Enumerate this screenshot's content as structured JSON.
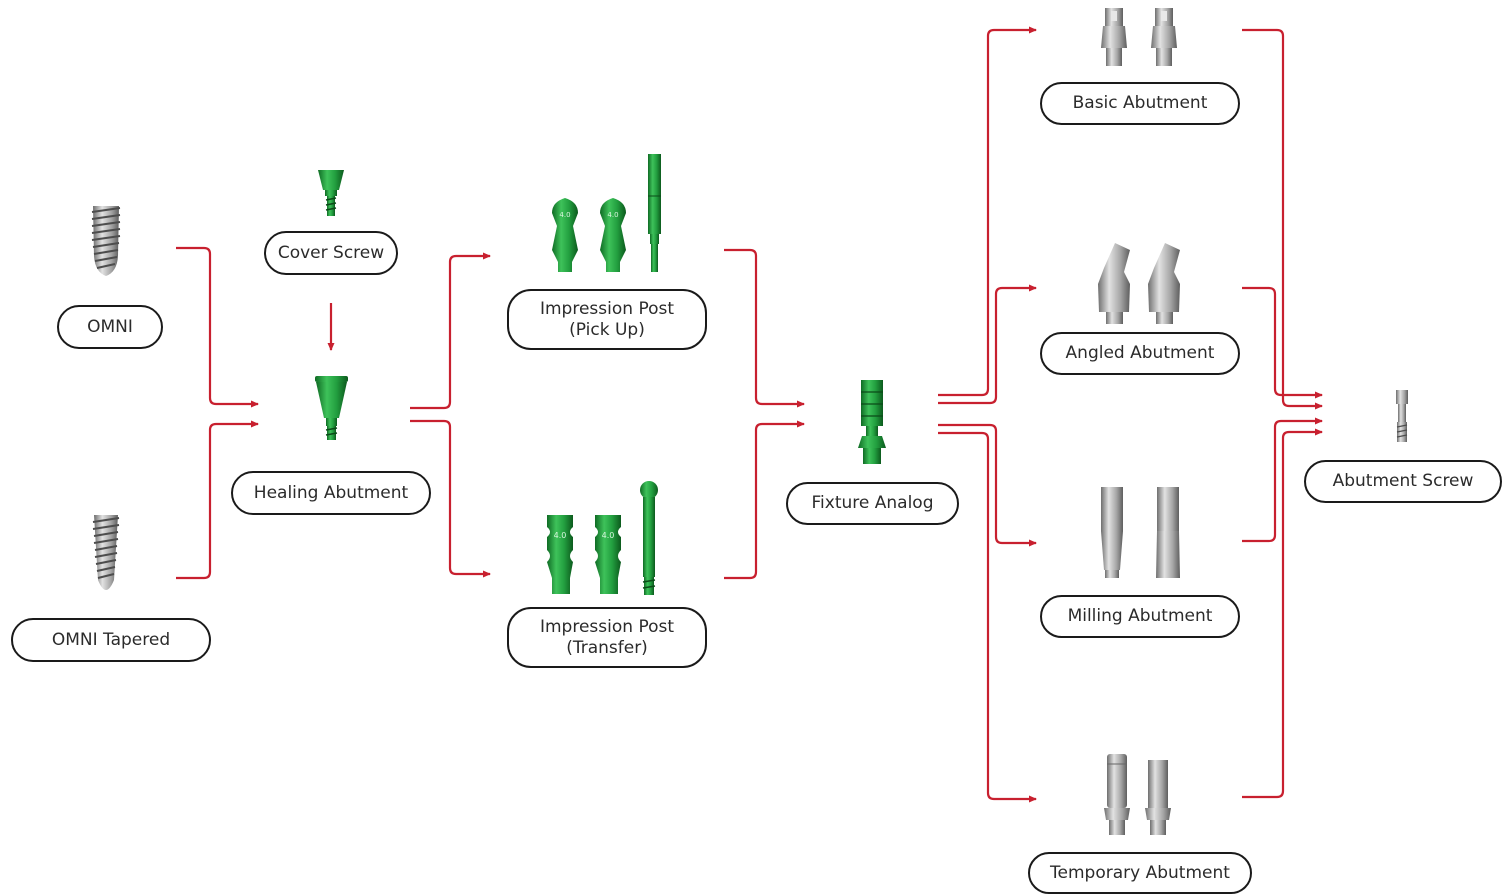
{
  "colors": {
    "connector": "#c8202f",
    "green": "#1f9e3a",
    "metal": "#a9a9a9",
    "outline": "#1a1a1a"
  },
  "nodes": {
    "omni": {
      "label": "OMNI"
    },
    "omni_tapered": {
      "label": "OMNI Tapered"
    },
    "cover_screw": {
      "label": "Cover Screw"
    },
    "healing_abutment": {
      "label": "Healing Abutment"
    },
    "impression_pickup": {
      "line1": "Impression Post",
      "line2": "(Pick Up)"
    },
    "impression_transfer": {
      "line1": "Impression Post",
      "line2": "(Transfer)"
    },
    "fixture_analog": {
      "label": "Fixture Analog"
    },
    "basic_abutment": {
      "label": "Basic Abutment"
    },
    "angled_abutment": {
      "label": "Angled Abutment"
    },
    "milling_abutment": {
      "label": "Milling Abutment"
    },
    "temporary_abutment": {
      "label": "Temporary Abutment"
    },
    "abutment_screw": {
      "label": "Abutment Screw"
    }
  },
  "component_markings": {
    "pickup": "4.0",
    "transfer": "4.0"
  },
  "icons": {
    "omni": "implant-fixture-icon",
    "omni_tapered": "tapered-implant-icon",
    "cover_screw": "cover-screw-icon",
    "healing_abutment": "healing-abutment-icon",
    "impression_pickup": "pickup-impression-post-icon",
    "impression_transfer": "transfer-impression-post-icon",
    "fixture_analog": "fixture-analog-icon",
    "basic_abutment": "basic-abutment-icon",
    "angled_abutment": "angled-abutment-icon",
    "milling_abutment": "milling-abutment-icon",
    "temporary_abutment": "temporary-abutment-icon",
    "abutment_screw": "abutment-screw-icon"
  }
}
